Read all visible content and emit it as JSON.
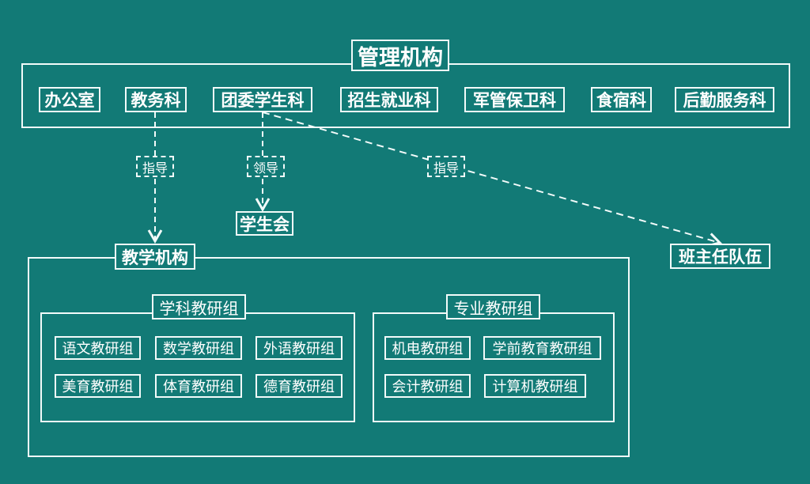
{
  "management": {
    "title": "管理机构",
    "departments": [
      "办公室",
      "教务科",
      "团委学生科",
      "招生就业科",
      "军管保卫科",
      "食宿科",
      "后勤服务科"
    ]
  },
  "relations": {
    "guide_1": "指导",
    "lead": "领导",
    "guide_2": "指导"
  },
  "student_union": "学生会",
  "class_teachers": "班主任队伍",
  "teaching": {
    "title": "教学机构",
    "subject_group": {
      "title": "学科教研组",
      "items": [
        "语文教研组",
        "数学教研组",
        "外语教研组",
        "美育教研组",
        "体育教研组",
        "德育教研组"
      ]
    },
    "major_group": {
      "title": "专业教研组",
      "items": [
        "机电教研组",
        "学前教育教研组",
        "会计教研组",
        "计算机教研组"
      ]
    }
  }
}
